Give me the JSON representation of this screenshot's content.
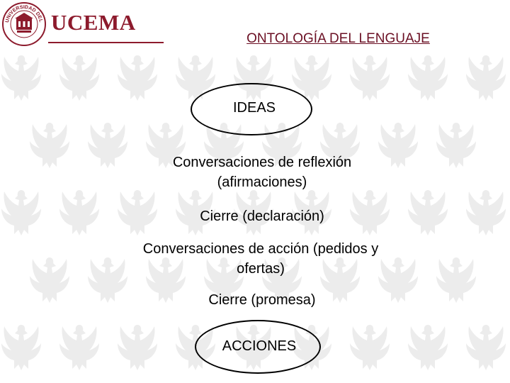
{
  "header": {
    "seal_name": "seal-ucema",
    "seal_text": "UNIVERSIDAD DEL CEMA",
    "wordmark": "UCEMA",
    "title": "ONTOLOGÍA DEL LENGUAJE",
    "brand_color": "#8d1b2d",
    "title_color": "#6b1024"
  },
  "diagram": {
    "top": "IDEAS",
    "reflection_line1": "Conversaciones de reflexión",
    "reflection_line2": "(afirmaciones)",
    "closure1": "Cierre (declaración)",
    "action_line1": "Conversaciones de acción (pedidos y",
    "action_line2": "ofertas)",
    "closure2": "Cierre (promesa)",
    "bottom": "ACCIONES"
  },
  "watermark": {
    "icon": "eagle-watermark-icon",
    "color": "#ececec"
  }
}
